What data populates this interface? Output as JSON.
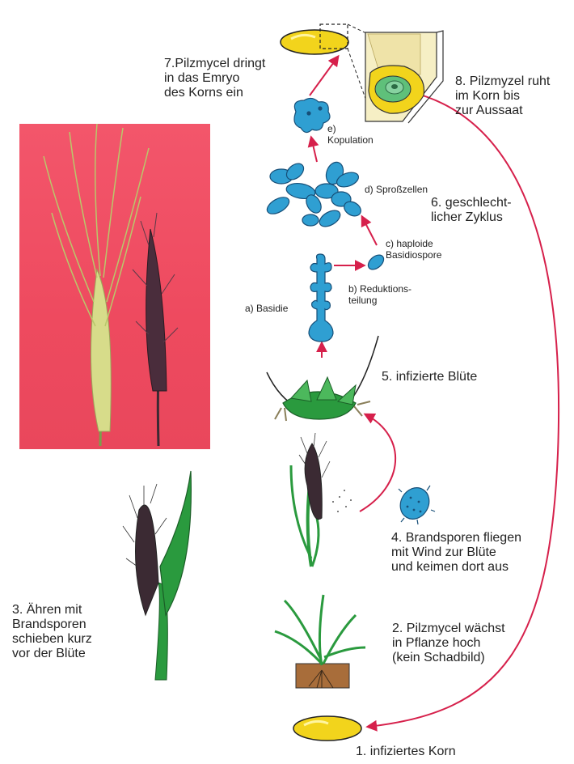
{
  "colors": {
    "arrow": "#d6204b",
    "fungus": "#2f9fd2",
    "grain": "#f2d41c",
    "leaf": "#2a9a3e",
    "photo_bg": "#ee4a5f"
  },
  "labels": {
    "step1": "1. infiziertes Korn",
    "step2": "2. Pilzmycel wächst\nin Pflanze hoch\n(kein Schadbild)",
    "step3": "3. Ähren mit\nBrandsporen\nschieben kurz\nvor der Blüte",
    "step4": "4. Brandsporen fliegen\nmit Wind zur Blüte\nund keimen dort aus",
    "step5": "5. infizierte Blüte",
    "step6": "6. geschlecht-\nlicher Zyklus",
    "step7": "7.Pilzmycel dringt\nin das Emryo\ndes Korns ein",
    "step8": "8. Pilzmyzel ruht\nim Korn bis\nzur Aussaat",
    "sub_a": "a) Basidie",
    "sub_b": "b) Reduktions-\nteilung",
    "sub_c": "c) haploide\nBasidiospore",
    "sub_d": "d) Sproßzellen",
    "sub_e": "e)\nKopulation"
  }
}
